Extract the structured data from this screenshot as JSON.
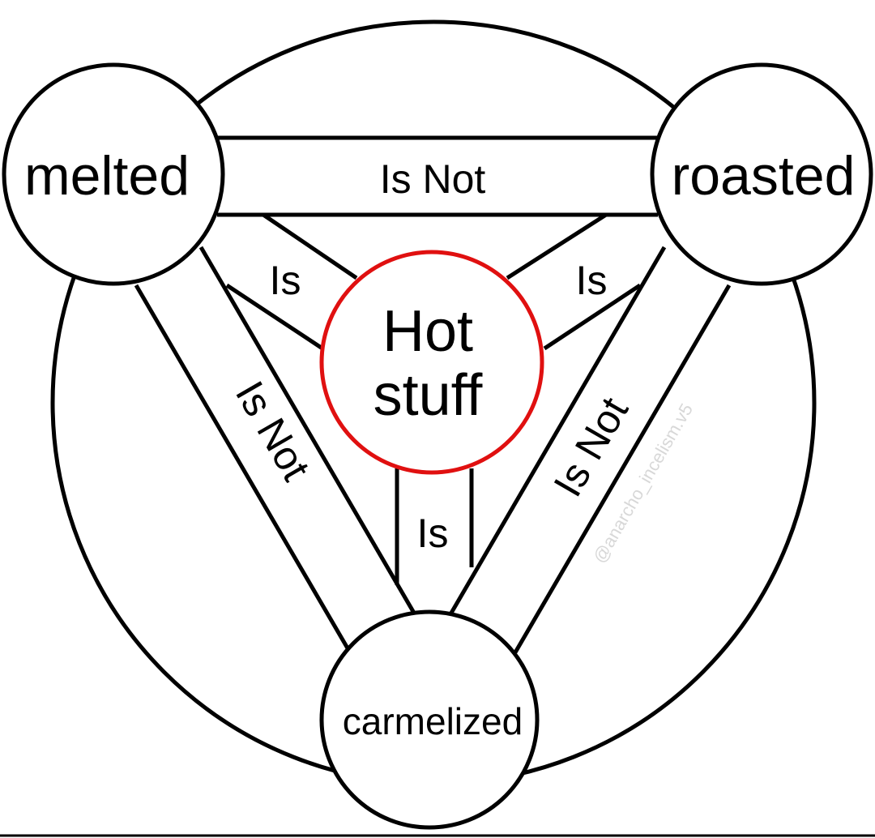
{
  "nodes": {
    "melted": "melted",
    "roasted": "roasted",
    "carmelized": "carmelized",
    "center_line1": "Hot",
    "center_line2": "stuff"
  },
  "edges": {
    "melted_roasted": "Is Not",
    "melted_carmelized": "Is Not",
    "roasted_carmelized": "Is Not",
    "melted_center": "Is",
    "roasted_center": "Is",
    "carmelized_center": "Is"
  },
  "watermark": "@anarcho_incelism.v5",
  "colors": {
    "outline": "#000000",
    "center_ring": "#e01010",
    "background": "#ffffff"
  }
}
